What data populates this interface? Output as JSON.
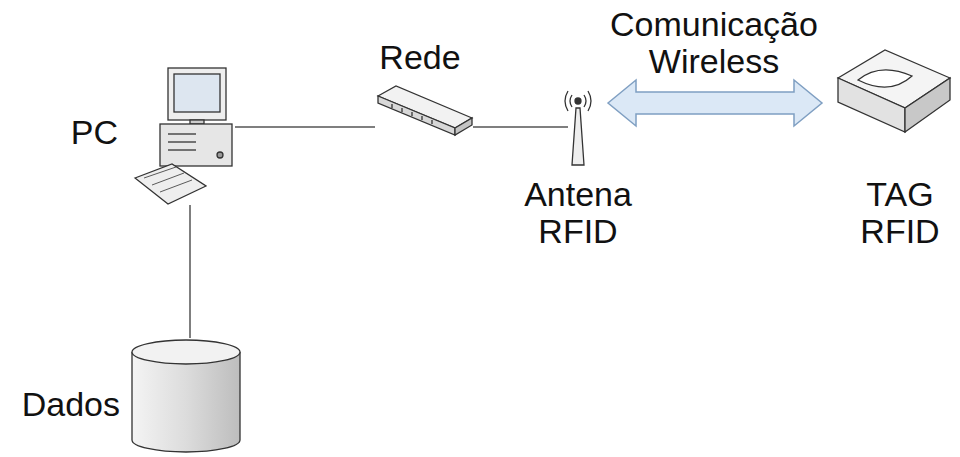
{
  "diagram": {
    "nodes": [
      {
        "text": [
          "PC"
        ]
      },
      {
        "text": [
          "Rede"
        ]
      },
      {
        "text": [
          "Antena RFID"
        ]
      },
      {
        "text": [
          "TAG RFID"
        ]
      },
      {
        "text": [
          "Dados"
        ]
      }
    ],
    "edges": [
      {
        "from": 0,
        "to": 1,
        "arrow": "none"
      },
      {
        "from": 1,
        "to": 2,
        "arrow": "none"
      },
      {
        "from": 2,
        "to": 3,
        "label": "Comunicação Wireless",
        "arrow": "both"
      },
      {
        "from": 0,
        "to": 4,
        "arrow": "none"
      }
    ]
  }
}
